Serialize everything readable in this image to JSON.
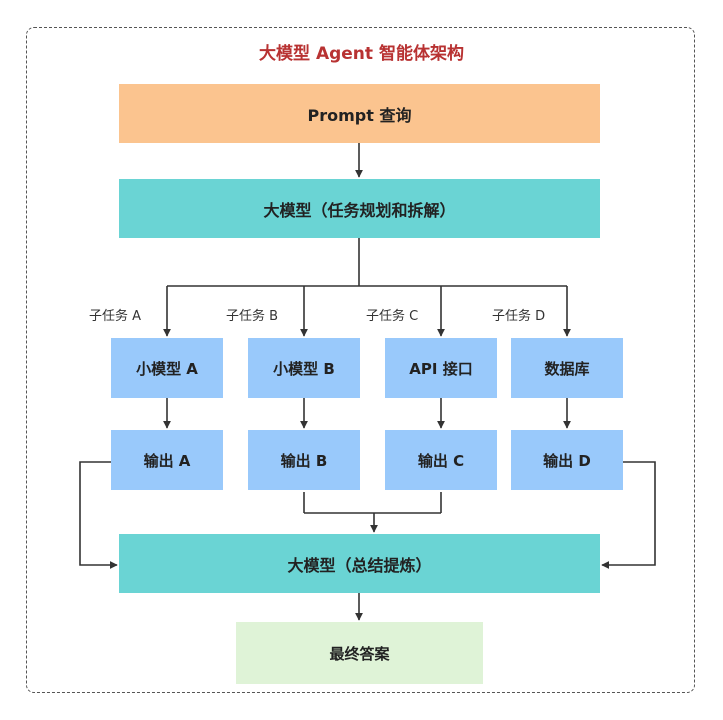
{
  "title": "大模型 Agent 智能体架构",
  "colors": {
    "prompt_fill": "#fbc48f",
    "llm_fill": "#6ad4d4",
    "module_fill": "#99c9fb",
    "final_fill": "#dff3d7",
    "title_color": "#b83232",
    "line_color": "#333333"
  },
  "prompt": "Prompt 查询",
  "planner": "大模型（任务规划和拆解）",
  "subtasks": [
    "子任务 A",
    "子任务 B",
    "子任务 C",
    "子任务 D"
  ],
  "modules": [
    "小模型 A",
    "小模型 B",
    "API 接口",
    "数据库"
  ],
  "outputs": [
    "输出 A",
    "输出 B",
    "输出 C",
    "输出 D"
  ],
  "summarizer": "大模型（总结提炼）",
  "final": "最终答案"
}
